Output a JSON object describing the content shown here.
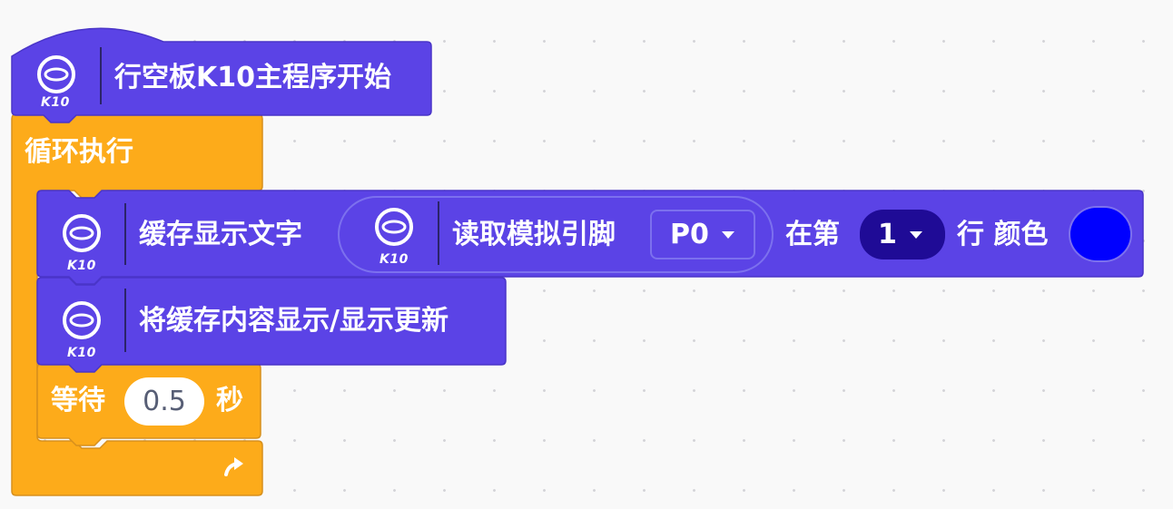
{
  "colors": {
    "k10_block": "#5b43e6",
    "k10_border": "#4a35c8",
    "control_block": "#fdab1a",
    "control_border": "#d7901d",
    "dropdown_dark": "#1f0b96",
    "swatch": "#0000ff",
    "input_text": "#575e75"
  },
  "hat_block": {
    "icon": "k10-board-icon",
    "badge": "K10",
    "label": "行空板K10主程序开始"
  },
  "forever_block": {
    "label": "循环执行",
    "repeat_icon": "repeat-arrow-icon"
  },
  "cache_text_block": {
    "icon": "k10-board-icon",
    "badge": "K10",
    "label": "缓存显示文字",
    "reporter": {
      "icon": "k10-board-icon",
      "badge": "K10",
      "label": "读取模拟引脚",
      "pin_value": "P0"
    },
    "row_prefix": "在第",
    "row_value": "1",
    "row_suffix": "行 颜色",
    "color_value": "#0000ff"
  },
  "display_block": {
    "icon": "k10-board-icon",
    "badge": "K10",
    "label": "将缓存内容显示/显示更新"
  },
  "wait_block": {
    "label": "等待",
    "value": "0.5",
    "unit": "秒"
  }
}
